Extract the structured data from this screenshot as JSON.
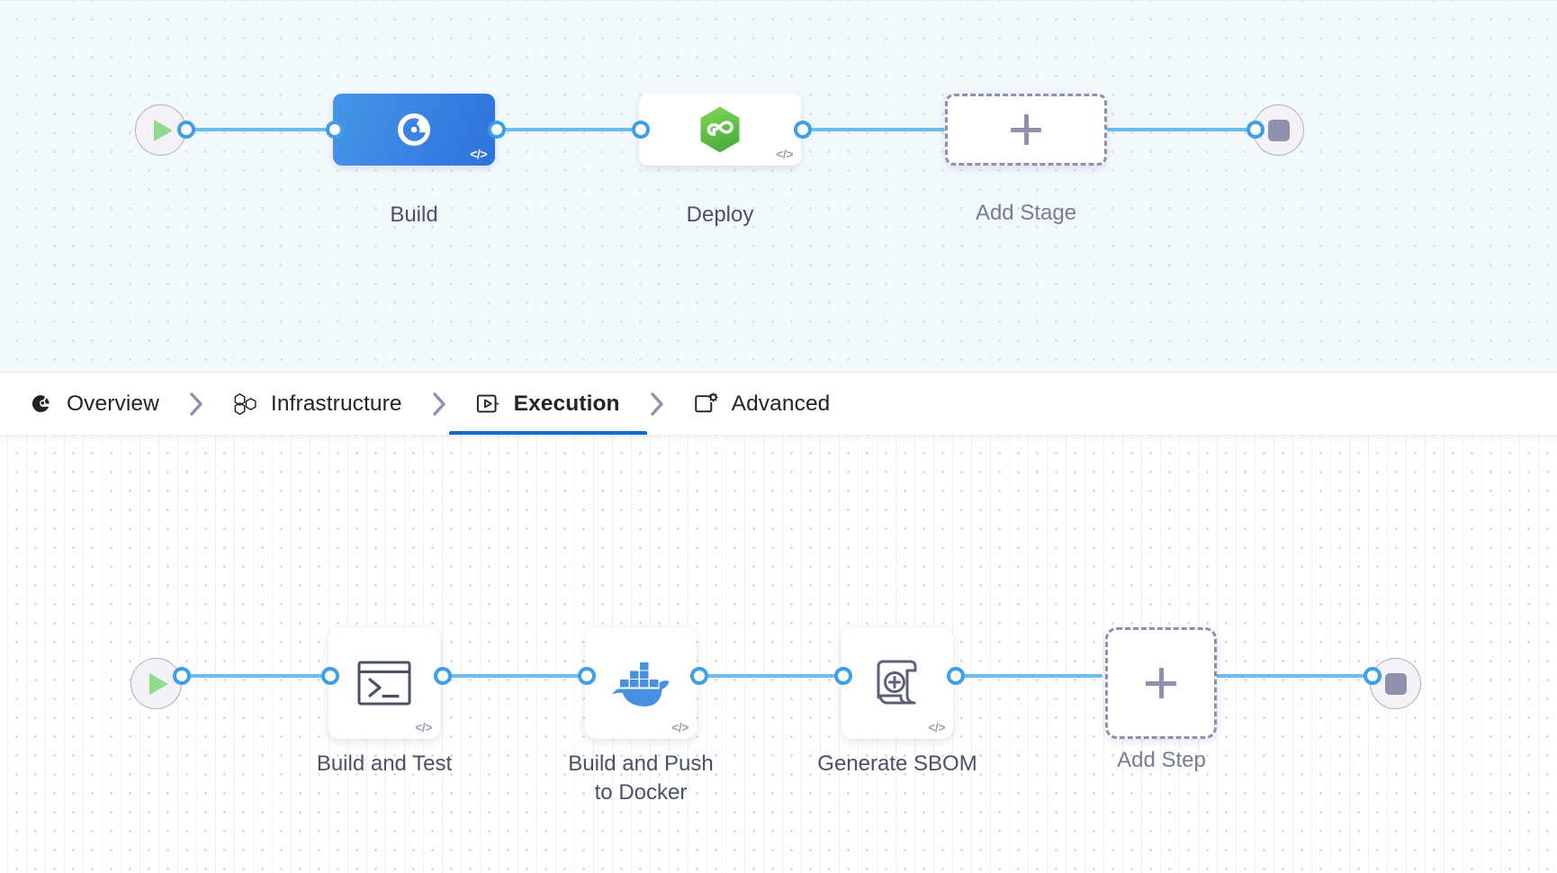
{
  "stage_canvas": {
    "name": "pipeline-stage-canvas",
    "start_node": {
      "icon": "play-icon",
      "label": ""
    },
    "end_node": {
      "icon": "stop-icon",
      "label": ""
    },
    "nodes": [
      {
        "id": "build",
        "label": "Build",
        "icon": "harness-ci-icon",
        "type": "stage",
        "selected": true,
        "code_badge": "</>"
      },
      {
        "id": "deploy",
        "label": "Deploy",
        "icon": "harness-cd-icon",
        "type": "stage",
        "selected": false,
        "code_badge": "</>"
      },
      {
        "id": "add_stage",
        "label": "Add Stage",
        "icon": "plus-icon",
        "type": "add",
        "selected": false,
        "code_badge": ""
      }
    ]
  },
  "tabbar": {
    "name": "stage-config-tabs",
    "tabs": [
      {
        "id": "overview",
        "label": "Overview",
        "icon": "harness-ci-icon",
        "active": false
      },
      {
        "id": "infrastructure",
        "label": "Infrastructure",
        "icon": "hexagons-icon",
        "active": false
      },
      {
        "id": "execution",
        "label": "Execution",
        "icon": "play-box-icon",
        "active": true
      },
      {
        "id": "advanced",
        "label": "Advanced",
        "icon": "box-gear-icon",
        "active": false
      }
    ],
    "separator_icon": "chevron-right-icon",
    "active_underline_color": "#0a6ed1"
  },
  "step_canvas": {
    "name": "execution-step-canvas",
    "start_node": {
      "icon": "play-icon",
      "label": ""
    },
    "end_node": {
      "icon": "stop-icon",
      "label": ""
    },
    "nodes": [
      {
        "id": "build_and_test",
        "label": "Build and Test",
        "icon": "terminal-icon",
        "type": "step",
        "code_badge": "</>"
      },
      {
        "id": "build_push_docker",
        "label": "Build and Push\nto Docker",
        "icon": "docker-whale-icon",
        "type": "step",
        "code_badge": "</>"
      },
      {
        "id": "generate_sbom",
        "label": "Generate SBOM",
        "icon": "sbom-scroll-icon",
        "type": "step",
        "code_badge": "</>"
      },
      {
        "id": "add_step",
        "label": "Add Step",
        "icon": "plus-icon",
        "type": "add",
        "code_badge": ""
      }
    ]
  },
  "colors": {
    "edge": "#6cbef0",
    "port": "#3e9ee8",
    "selected_stage_start": "#4596e8",
    "selected_stage_end": "#2e72dc",
    "cd_green": "#6cc644",
    "docker_blue": "#4a90e2",
    "canvas_top_bg": "#f2fafe",
    "canvas_bottom_bg": "#ffffff",
    "dashed_border": "#8d91ab",
    "active_tab_underline": "#0a6ed1"
  }
}
